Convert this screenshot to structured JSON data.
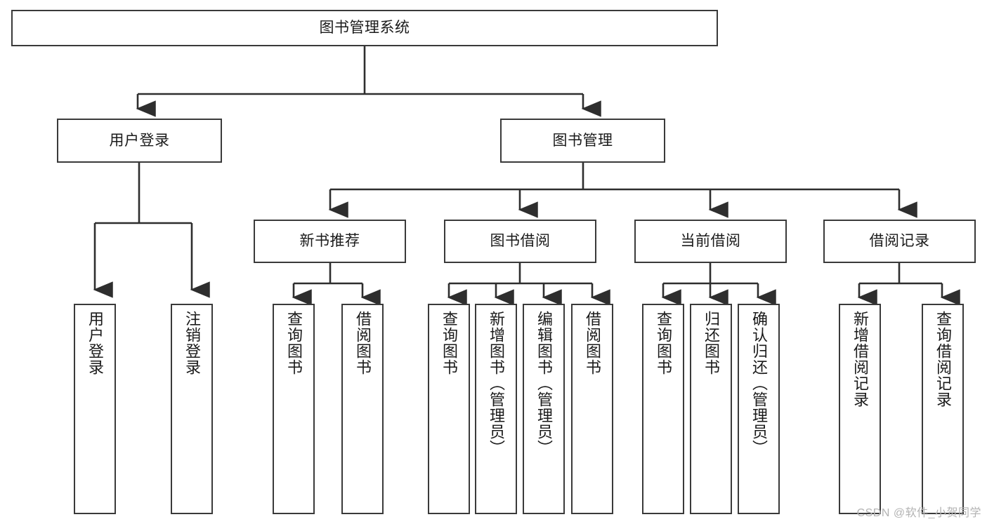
{
  "diagram": {
    "title": "图书管理系统",
    "type": "hierarchy-tree",
    "root": {
      "id": "root",
      "label": "图书管理系统"
    },
    "level2": [
      {
        "id": "login",
        "label": "用户登录"
      },
      {
        "id": "bookmgmt",
        "label": "图书管理"
      }
    ],
    "level3": [
      {
        "id": "newbook",
        "label": "新书推荐",
        "parent": "bookmgmt"
      },
      {
        "id": "borrow",
        "label": "图书借阅",
        "parent": "bookmgmt"
      },
      {
        "id": "current",
        "label": "当前借阅",
        "parent": "bookmgmt"
      },
      {
        "id": "record",
        "label": "借阅记录",
        "parent": "bookmgmt"
      }
    ],
    "leaves": [
      {
        "id": "leaf-user-login",
        "label": "用户登录",
        "parent": "login"
      },
      {
        "id": "leaf-user-logout",
        "label": "注销登录",
        "parent": "login"
      },
      {
        "id": "leaf-query-book-1",
        "label": "查询图书",
        "parent": "newbook"
      },
      {
        "id": "leaf-borrow-book-1",
        "label": "借阅图书",
        "parent": "newbook"
      },
      {
        "id": "leaf-query-book-2",
        "label": "查询图书",
        "parent": "borrow"
      },
      {
        "id": "leaf-add-book",
        "label": "新增图书（管理员）",
        "parent": "borrow"
      },
      {
        "id": "leaf-edit-book",
        "label": "编辑图书（管理员）",
        "parent": "borrow"
      },
      {
        "id": "leaf-borrow-book-2",
        "label": "借阅图书",
        "parent": "borrow"
      },
      {
        "id": "leaf-query-book-3",
        "label": "查询图书",
        "parent": "current"
      },
      {
        "id": "leaf-return-book",
        "label": "归还图书",
        "parent": "current"
      },
      {
        "id": "leaf-confirm-return",
        "label": "确认归还（管理员）",
        "parent": "current"
      },
      {
        "id": "leaf-add-record",
        "label": "新增借阅记录",
        "parent": "record"
      },
      {
        "id": "leaf-query-record",
        "label": "查询借阅记录",
        "parent": "record"
      }
    ]
  },
  "watermark": {
    "text": "CSDN @软件_小贺同学"
  },
  "colors": {
    "border": "#3a3a3a",
    "background": "#ffffff",
    "text": "#1a1a1a",
    "watermark": "#b3b3b3",
    "connector": "#2e2e2e"
  }
}
